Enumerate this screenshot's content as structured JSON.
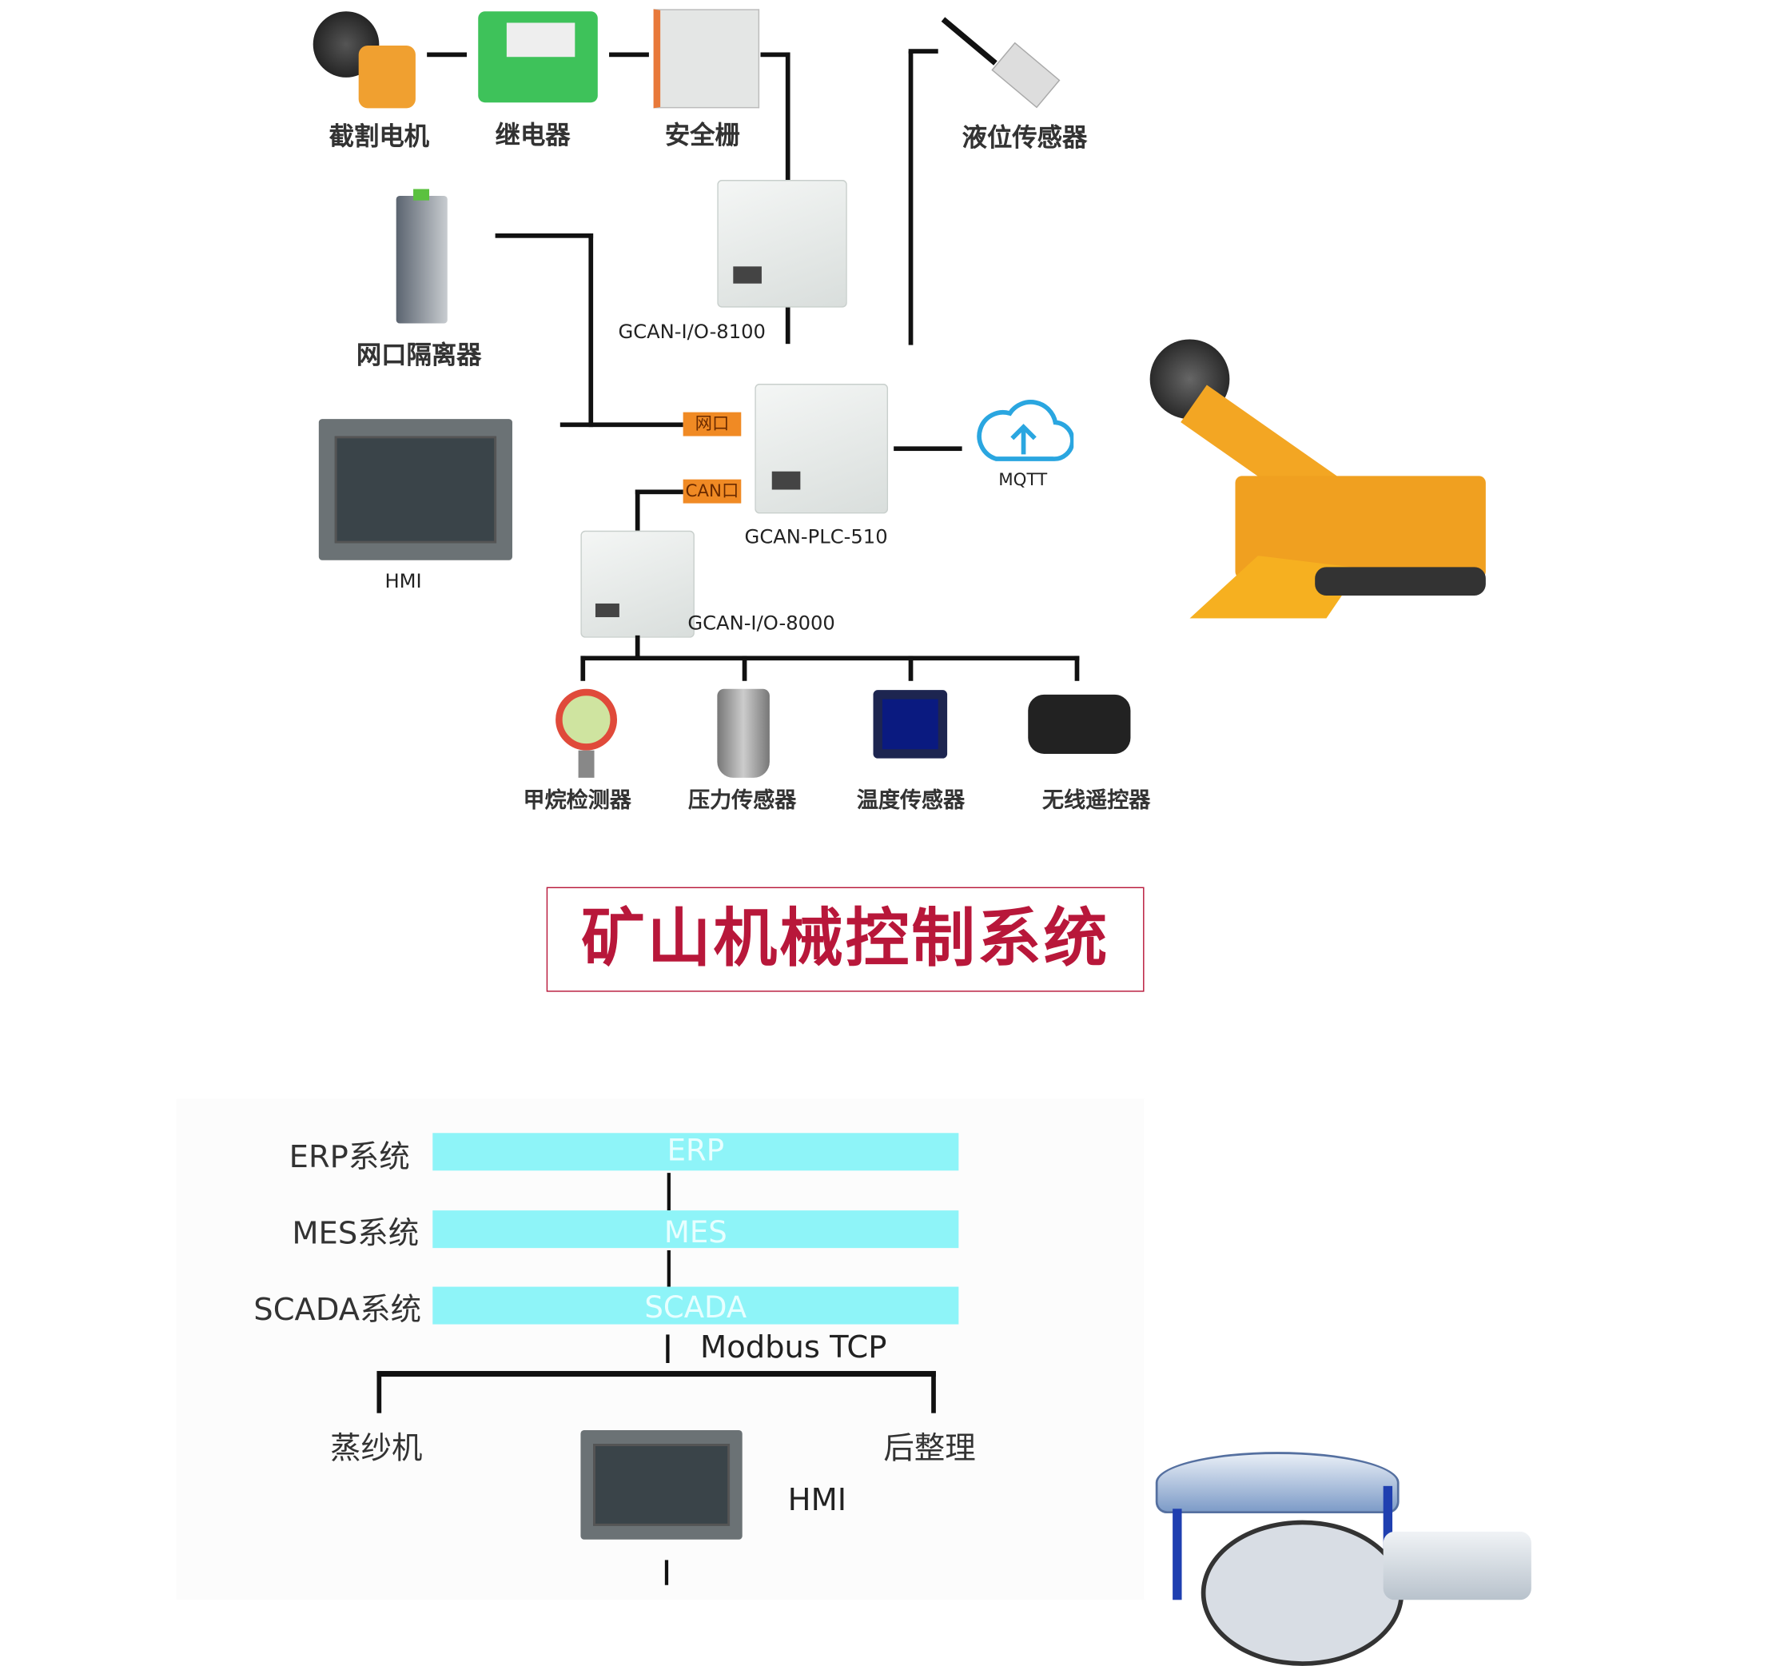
{
  "top_diagram": {
    "devices_top": [
      "截割电机",
      "继电器",
      "安全栅",
      "液位传感器"
    ],
    "isolator": "网口隔离器",
    "io_8100": "GCAN-I/O-8100",
    "plc": "GCAN-PLC-510",
    "io_8000": "GCAN-I/O-8000",
    "port_eth": "网口",
    "port_can": "CAN口",
    "cloud": "MQTT",
    "hmi": "HMI",
    "sensors": [
      "甲烷检测器",
      "压力传感器",
      "温度传感器",
      "无线遥控器"
    ]
  },
  "title": "矿山机械控制系统",
  "bottom_diagram": {
    "layers": [
      {
        "label": "ERP系统",
        "bar": "ERP"
      },
      {
        "label": "MES系统",
        "bar": "MES"
      },
      {
        "label": "SCADA系统",
        "bar": "SCADA"
      }
    ],
    "protocol": "Modbus TCP",
    "left_node": "蒸纱机",
    "right_node": "后整理",
    "hmi": "HMI"
  },
  "colors": {
    "title": "#b8173a",
    "layer_bar": "#8ef4f8",
    "port_badge": "#f08a24",
    "cloud": "#2aa6e0"
  }
}
